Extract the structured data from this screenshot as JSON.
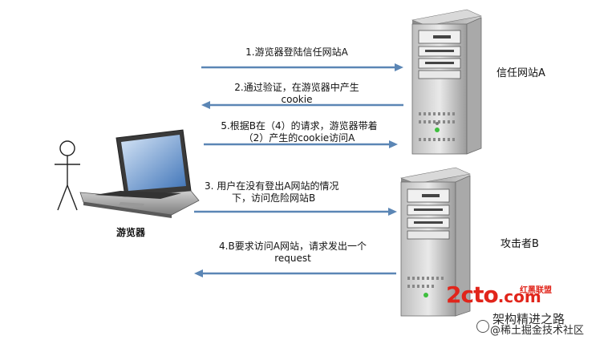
{
  "actors": {
    "trusted_site": "信任网站A",
    "attacker": "攻击者B",
    "browser": "游览器"
  },
  "messages": [
    {
      "lines": [
        "1.游览器登陆信任网站A"
      ]
    },
    {
      "lines": [
        "2.通过验证，在游览器中产生",
        "cookie"
      ]
    },
    {
      "lines": [
        "5.根据B在（4）的请求，游览器带着",
        "（2）产生的cookie访问A"
      ]
    },
    {
      "lines": [
        "3.  用户在没有登出A网站的情况",
        "下，访问危险网站B"
      ]
    },
    {
      "lines": [
        "4.B要求访问A网站，请求发出一个",
        "request"
      ]
    }
  ],
  "watermark": {
    "brand_text": "2cto",
    "brand_suffix": ".com",
    "brand_tag": "红黑联盟",
    "line1": "架构精进之路",
    "line2": "@稀土掘金技术社区"
  },
  "colors": {
    "arrow": "#5b86b5",
    "brand_red": "#e1251b"
  }
}
